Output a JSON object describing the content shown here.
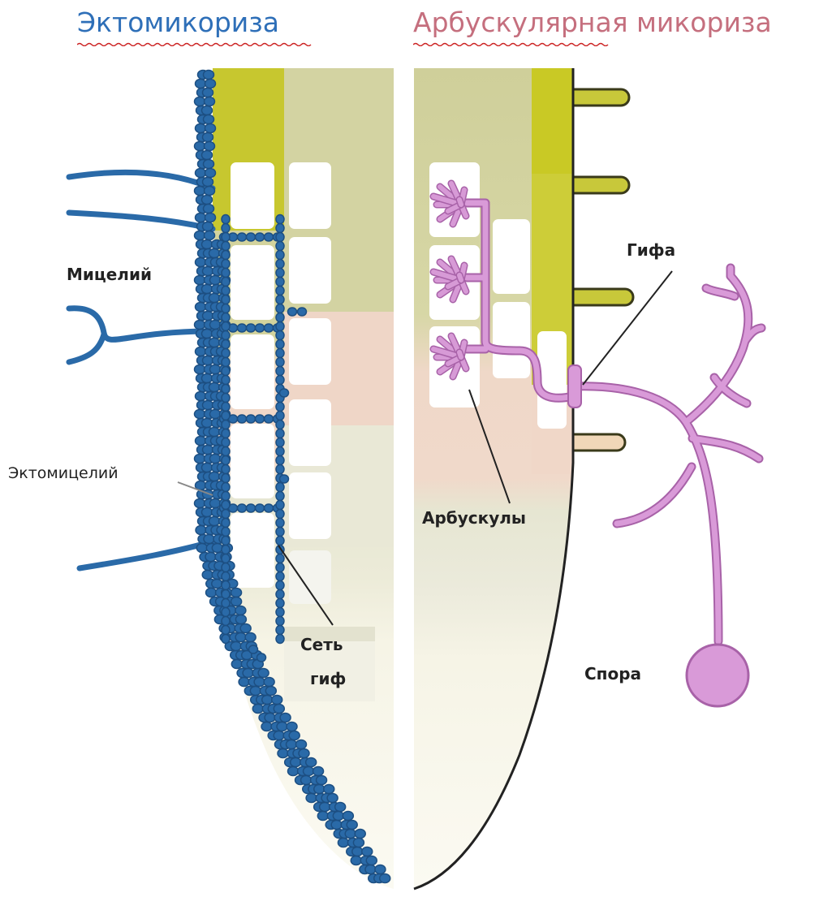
{
  "titles": {
    "ectomycorrhiza": "Эктомикориза",
    "arbuscular": "Арбускулярная микориза"
  },
  "labels": {
    "mycelium": "Мицелий",
    "ectomycelium": "Эктомицелий",
    "hyphal_net_line1": "Сеть",
    "hyphal_net_line2": "гиф",
    "hypha": "Гифа",
    "arbuscules": "Арбускулы",
    "spore": "Спора"
  },
  "colors": {
    "ecto_fungus": "#2a6aa8",
    "ecto_fungus_dark": "#1d4f82",
    "arb_fungus": "#d79ad6",
    "arb_fungus_dark": "#a862a8",
    "root_yellow": "#c8c832",
    "root_olive": "#cfcf9a",
    "root_pink": "#f1d6c8",
    "root_tip": "#f8f5e6",
    "title_ecto": "#2e6fb8",
    "title_arb": "#c56f7e"
  }
}
